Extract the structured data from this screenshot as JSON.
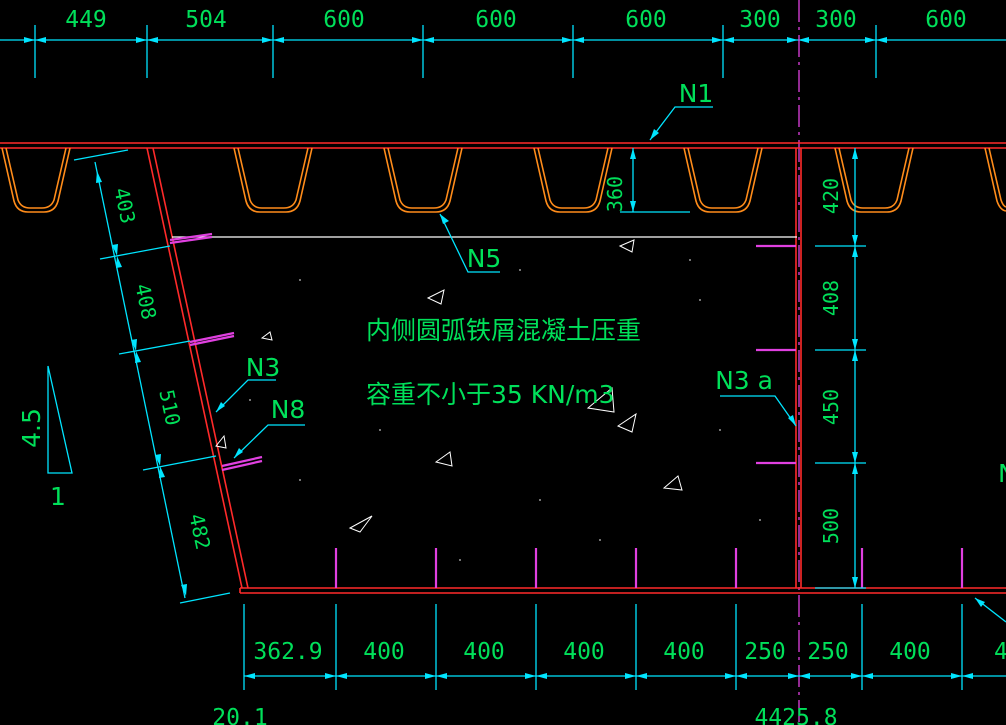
{
  "top_dims": [
    "449",
    "504",
    "600",
    "600",
    "600",
    "300",
    "300",
    "600"
  ],
  "bottom_dims": [
    "362.9",
    "400",
    "400",
    "400",
    "400",
    "250",
    "250",
    "400"
  ],
  "left_dims": [
    "403",
    "408",
    "510",
    "482"
  ],
  "right_dims": [
    "420",
    "408",
    "450",
    "500"
  ],
  "rib_depth": "360",
  "labels": {
    "n1": "N1",
    "n5": "N5",
    "n3": "N3",
    "n8": "N8",
    "n3a": "N3 a"
  },
  "note": {
    "line1": "内侧圆弧铁屑混凝土压重",
    "line2": "容重不小于35 KN/m3"
  },
  "slope": {
    "rise": "4.5",
    "run": "1"
  },
  "cut_bottom_left": "20.1",
  "cut_bottom_center": "4425.8",
  "colors": {
    "background": "#000000",
    "plate": "#ff2a2a",
    "rib": "#ff8c1a",
    "dimension": "#00e5ff",
    "text": "#00e05a",
    "stud": "#e040e0",
    "centerline": "#e040e0"
  }
}
